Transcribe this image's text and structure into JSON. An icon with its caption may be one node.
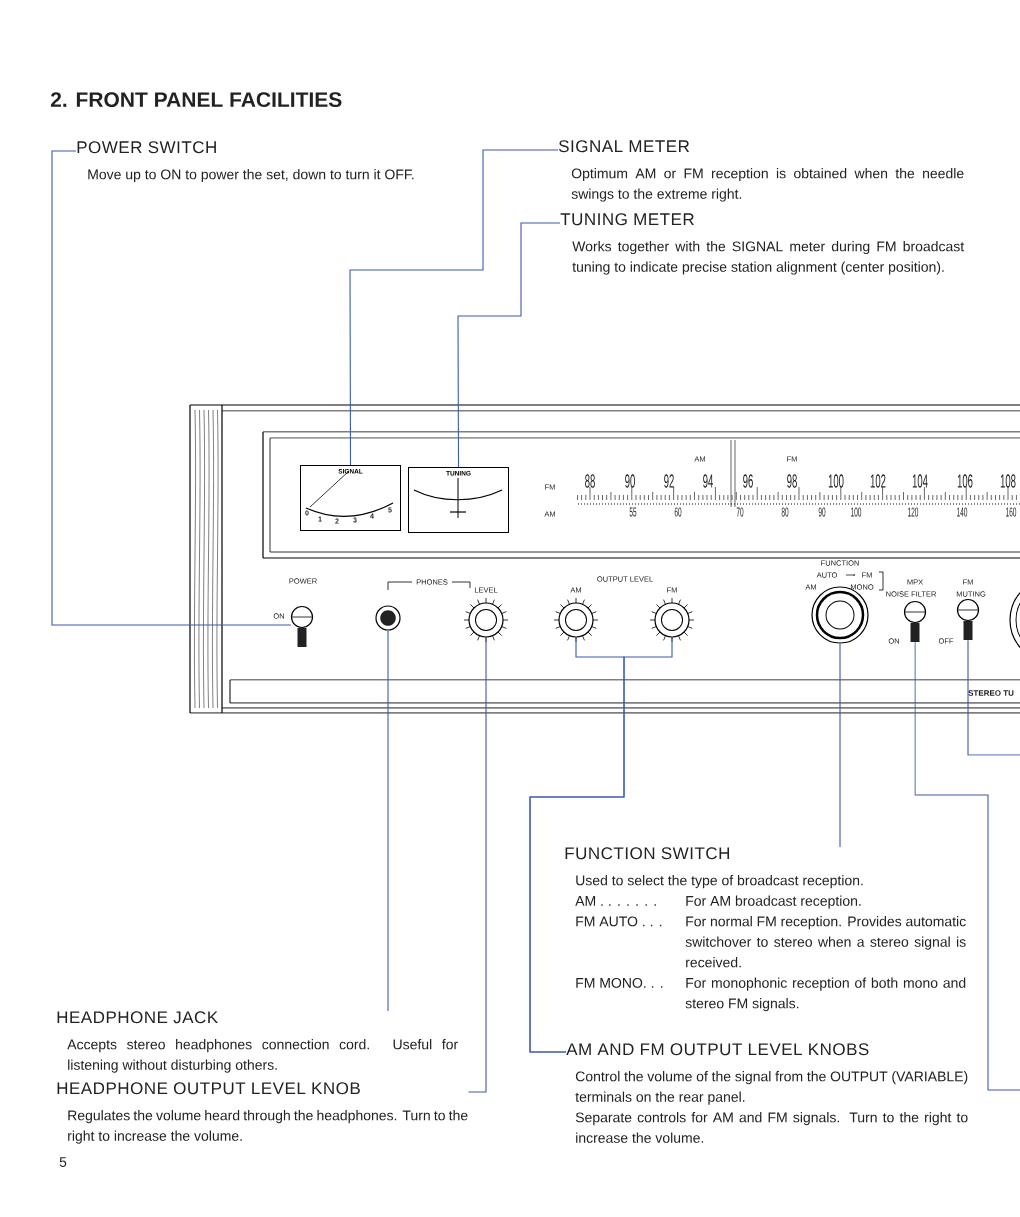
{
  "diagram": {
    "title": "2. FRONT PANEL FACILITIES",
    "nodes": [
      {
        "text": [
          "POWER SWITCH",
          "Move up to ON to power the set, down to turn it OFF."
        ]
      },
      {
        "text": [
          "SIGNAL METER",
          "Optimum AM or FM reception is obtained when the needle swings to the extreme right."
        ]
      },
      {
        "text": [
          "TUNING METER",
          "Works together with the SIGNAL meter during FM broadcast tuning to indicate precise station alignment (center position)."
        ]
      },
      {
        "text": [
          "FUNCTION SWITCH",
          "Used to select the type of broadcast reception.",
          "AM . . . . . . .",
          "For AM broadcast reception.",
          "FM AUTO . . .",
          "For normal FM reception. Provides automatic switchover to stereo when a stereo signal is received.",
          "FM MONO. . .",
          "For monophonic reception of both mono and stereo FM signals."
        ]
      },
      {
        "text": [
          "HEADPHONE JACK",
          "Accepts stereo headphones connection cord. Useful for listening without disturbing others."
        ]
      },
      {
        "text": [
          "HEADPHONE OUTPUT LEVEL KNOB",
          "Regulates the volume heard through the headphones. Turn to the right to increase the volume."
        ]
      },
      {
        "text": [
          "AM AND FM OUTPUT LEVEL KNOBS",
          "Control the volume of the signal from the OUTPUT (VARIABLE) terminals on the rear panel.",
          "Separate controls for AM and FM signals. Turn to the right to increase the volume."
        ]
      },
      {
        "text": [
          "SIGNAL"
        ]
      },
      {
        "text": [
          "TUNING"
        ]
      },
      {
        "text": [],
        "shape": "switch"
      },
      {
        "text": [],
        "shape": "circle"
      },
      {
        "text": [],
        "shape": "knob"
      },
      {
        "text": [],
        "shape": "knob"
      },
      {
        "text": [],
        "shape": "knob"
      },
      {
        "text": [],
        "shape": "knob"
      },
      {
        "text": [],
        "shape": "switch"
      },
      {
        "text": [],
        "shape": "switch"
      }
    ],
    "edges": [
      {
        "from": 0,
        "to": 9,
        "arrow": "none"
      },
      {
        "from": 1,
        "to": 7,
        "arrow": "none"
      },
      {
        "from": 2,
        "to": 8,
        "arrow": "none"
      },
      {
        "from": 3,
        "to": 14,
        "arrow": "none"
      },
      {
        "from": 4,
        "to": 10,
        "arrow": "none"
      },
      {
        "from": 5,
        "to": 11,
        "arrow": "none"
      },
      {
        "from": 6,
        "to": 12,
        "arrow": "none"
      },
      {
        "from": 6,
        "to": 13,
        "arrow": "none"
      },
      {
        "from": null,
        "to": 15,
        "arrow": "none"
      },
      {
        "from": null,
        "to": 16,
        "arrow": "none"
      }
    ],
    "labels": [
      "AM",
      "FM",
      "FM",
      "AM",
      "88",
      "90",
      "92",
      "94",
      "96",
      "98",
      "100",
      "102",
      "104",
      "106",
      "108",
      "55",
      "60",
      "70",
      "80",
      "90",
      "100",
      "120",
      "140",
      "160",
      "0",
      "1",
      "2",
      "3",
      "4",
      "5",
      "POWER",
      "ON",
      "PHONES",
      "LEVEL",
      "OUTPUT LEVEL",
      "AM",
      "FM",
      "FUNCTION",
      "AUTO",
      "FM",
      "AM",
      "MONO",
      "MPX",
      "NOISE FILTER",
      "FM",
      "MUTING",
      "ON",
      "OFF",
      "STEREO TU",
      "5"
    ]
  }
}
